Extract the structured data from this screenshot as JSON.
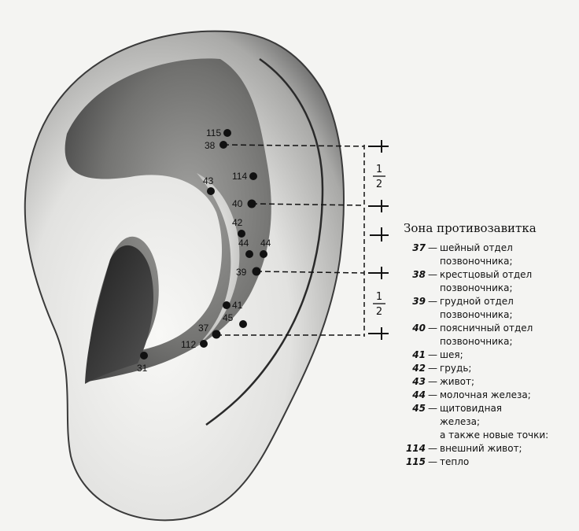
{
  "points": [
    {
      "id": "115",
      "label": "115"
    },
    {
      "id": "38",
      "label": "38"
    },
    {
      "id": "114",
      "label": "114"
    },
    {
      "id": "43",
      "label": "43"
    },
    {
      "id": "40",
      "label": "40"
    },
    {
      "id": "42",
      "label": "42"
    },
    {
      "id": "44a",
      "label": "44"
    },
    {
      "id": "44b",
      "label": "44"
    },
    {
      "id": "39",
      "label": "39"
    },
    {
      "id": "41",
      "label": "41"
    },
    {
      "id": "45",
      "label": "45"
    },
    {
      "id": "37",
      "label": "37"
    },
    {
      "id": "112",
      "label": "112"
    },
    {
      "id": "31",
      "label": "31"
    }
  ],
  "fractions": {
    "upper": {
      "num": "1",
      "den": "2"
    },
    "lower": {
      "num": "1",
      "den": "2"
    }
  },
  "legend": {
    "title": "Зона противозавитка",
    "items": [
      {
        "num": "37",
        "text": "шейный отдел",
        "cont": "позвоночника;"
      },
      {
        "num": "38",
        "text": "крестцовый отдел",
        "cont": "позвоночника;"
      },
      {
        "num": "39",
        "text": "грудной отдел",
        "cont": "позвоночника;"
      },
      {
        "num": "40",
        "text": "поясничный отдел",
        "cont": "позвоночника;"
      },
      {
        "num": "41",
        "text": "шея;"
      },
      {
        "num": "42",
        "text": "грудь;"
      },
      {
        "num": "43",
        "text": "живот;"
      },
      {
        "num": "44",
        "text": "молочная железа;"
      },
      {
        "num": "45",
        "text": "щитовидная",
        "cont": "железа;"
      }
    ],
    "note": "а также новые точки:",
    "extra": [
      {
        "num": "114",
        "text": "внешний живот;"
      },
      {
        "num": "115",
        "text": "тепло"
      }
    ]
  },
  "colors": {
    "ink": "#111111",
    "ear_light": "#f7f7f5",
    "ear_shade": "#6f6f6f"
  }
}
